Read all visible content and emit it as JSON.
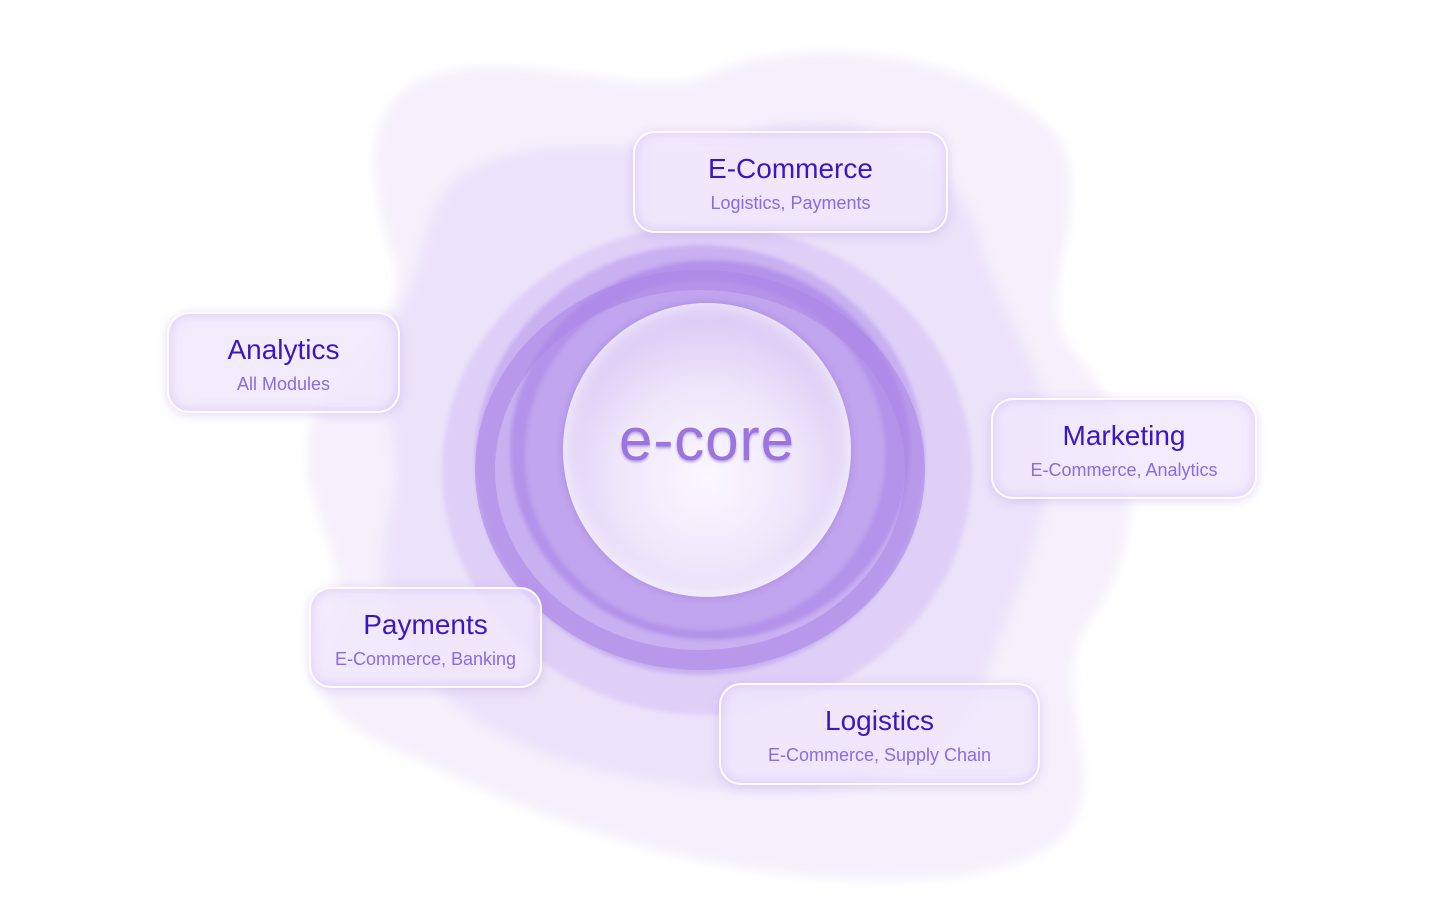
{
  "center": {
    "label": "e-core"
  },
  "modules": [
    {
      "title": "E-Commerce",
      "subtitle": "Logistics, Payments"
    },
    {
      "title": "Analytics",
      "subtitle": "All Modules"
    },
    {
      "title": "Marketing",
      "subtitle": "E-Commerce, Analytics"
    },
    {
      "title": "Payments",
      "subtitle": "E-Commerce, Banking"
    },
    {
      "title": "Logistics",
      "subtitle": "E-Commerce, Supply Chain"
    }
  ],
  "colors": {
    "title": "#3d16c4",
    "subtitle": "#8a6ae6",
    "accent": "#9b74e0"
  }
}
